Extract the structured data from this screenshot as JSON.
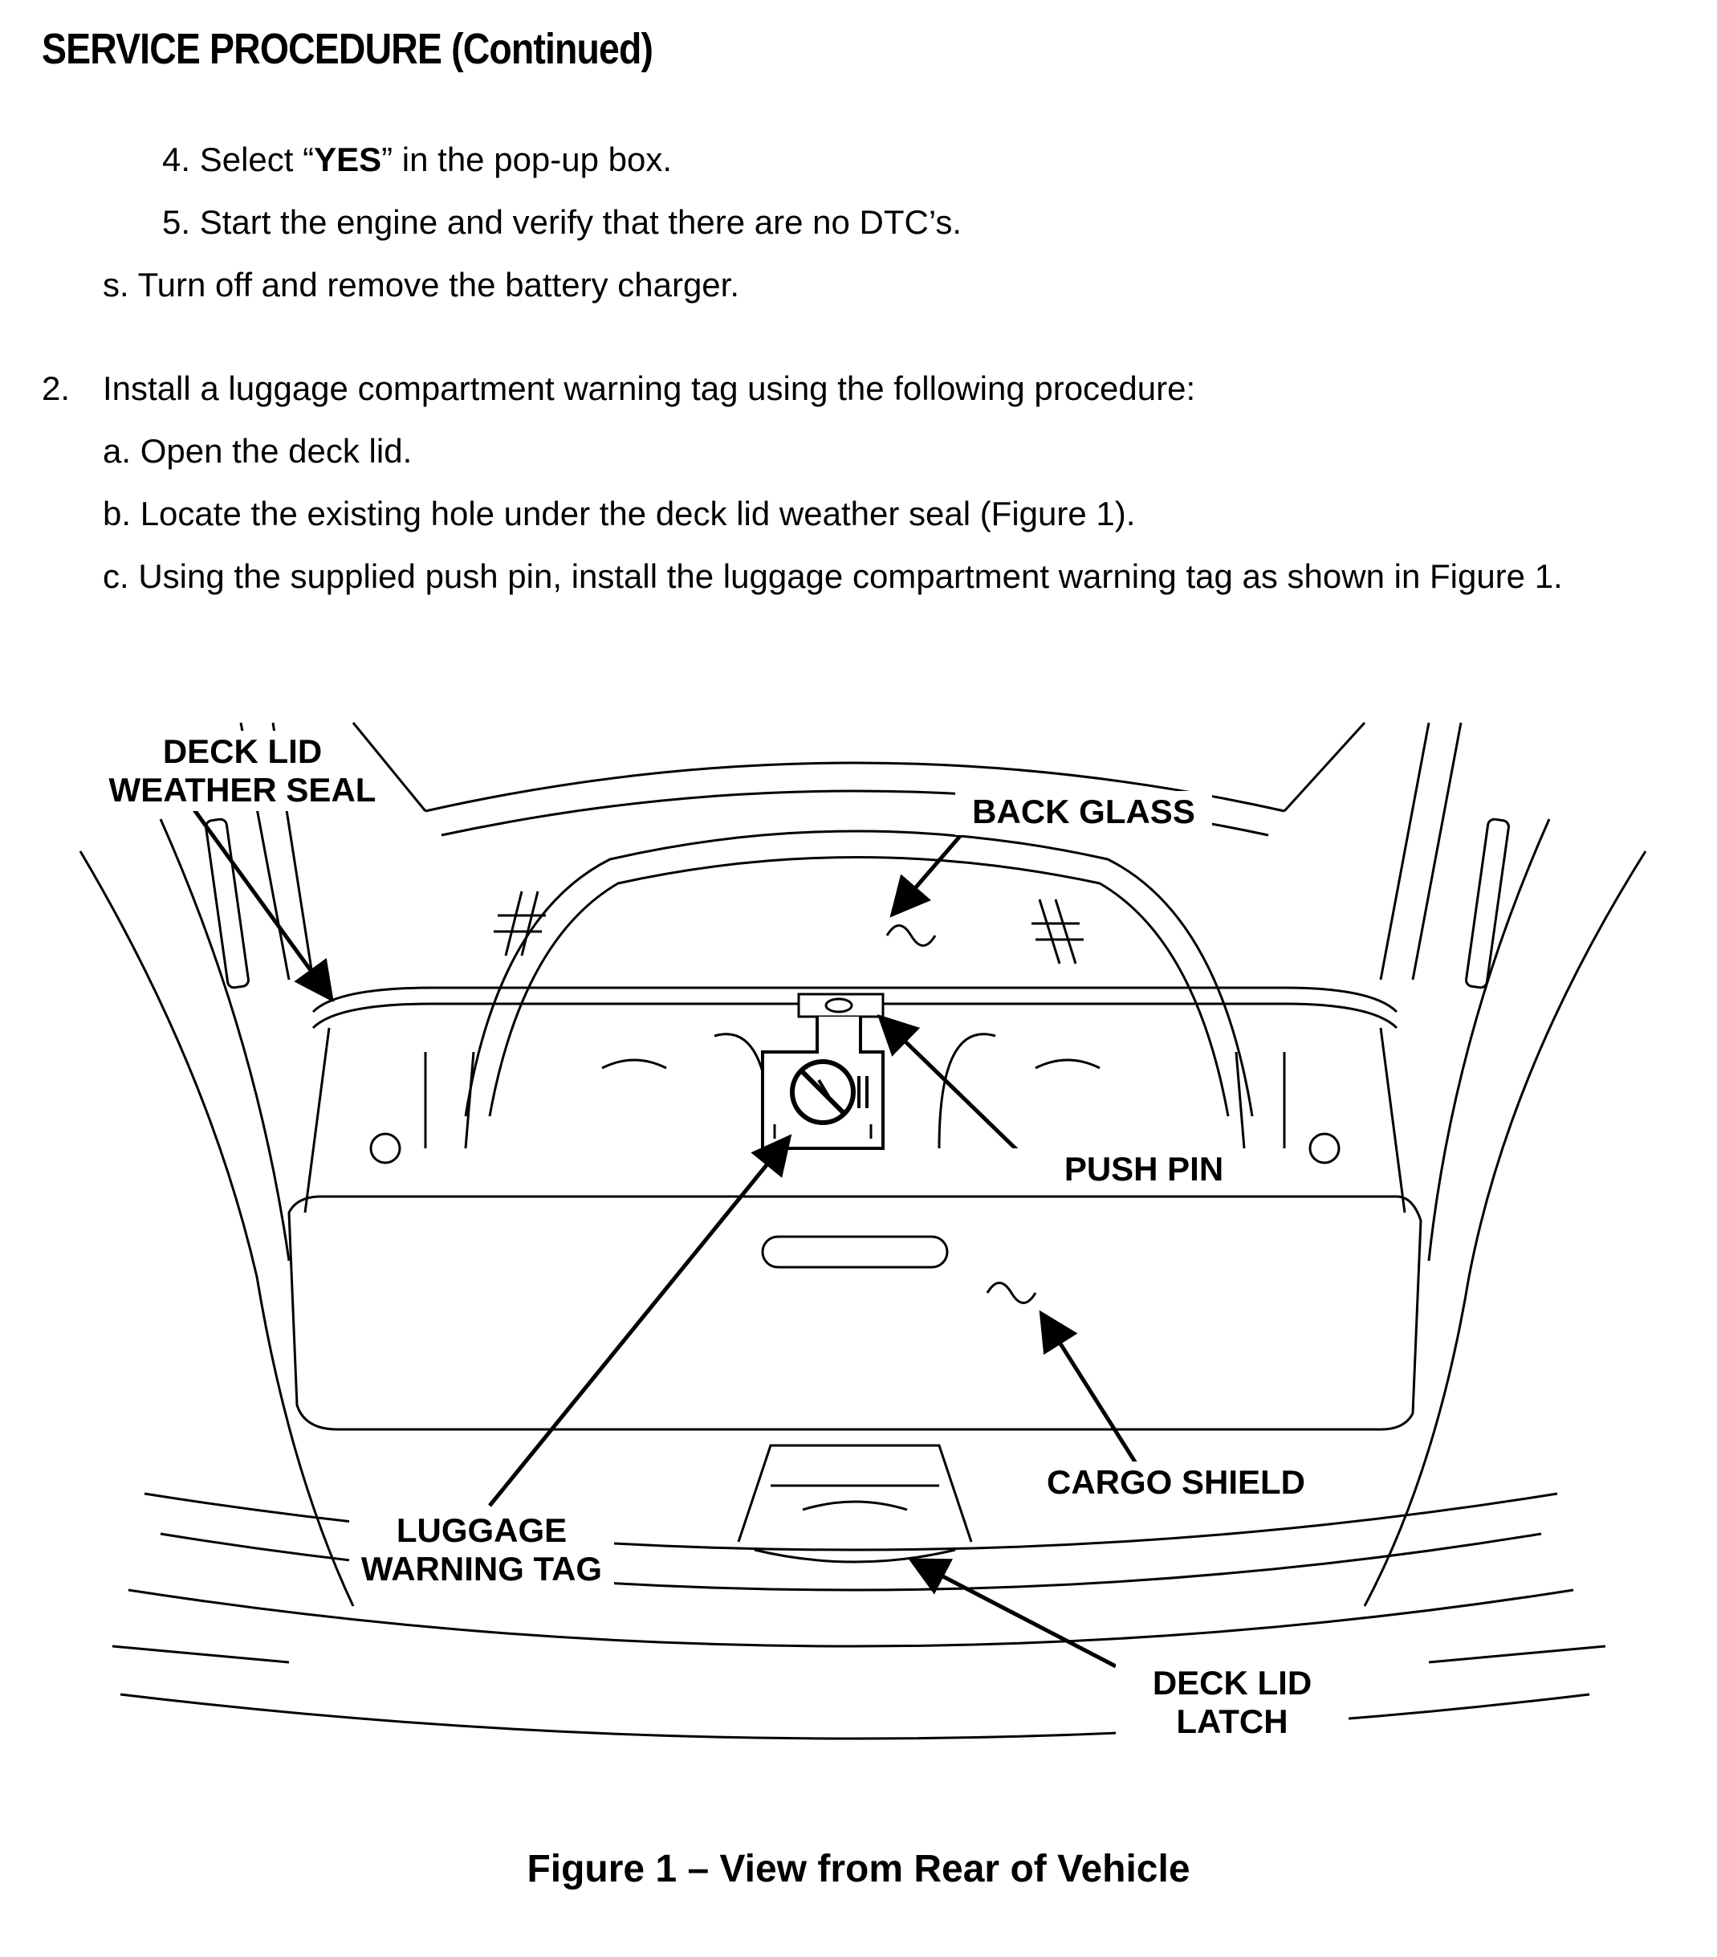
{
  "heading": "SERVICE PROCEDURE (Continued)",
  "steps": {
    "s4": {
      "pre": "4. Select “",
      "bold": "YES",
      "post": "” in the pop-up box."
    },
    "s5": "5. Start the engine and verify that there are no DTC’s.",
    "ss": "s. Turn off and remove the battery charger.",
    "two_num": "2.",
    "two_text": "Install a luggage compartment warning tag using the following procedure:",
    "a": "a. Open the deck lid.",
    "b": "b. Locate the existing hole under the deck lid weather seal (Figure 1).",
    "c": "c. Using the supplied push pin, install the luggage compartment warning tag as shown in Figure 1."
  },
  "figure": {
    "labels": {
      "weather_seal_1": "DECK LID",
      "weather_seal_2": "WEATHER SEAL",
      "back_glass": "BACK GLASS",
      "push_pin": "PUSH PIN",
      "cargo_shield": "CARGO SHIELD",
      "luggage_tag_1": "LUGGAGE",
      "luggage_tag_2": "WARNING TAG",
      "latch_1": "DECK LID",
      "latch_2": "LATCH"
    },
    "caption": "Figure 1 – View from Rear of Vehicle"
  }
}
